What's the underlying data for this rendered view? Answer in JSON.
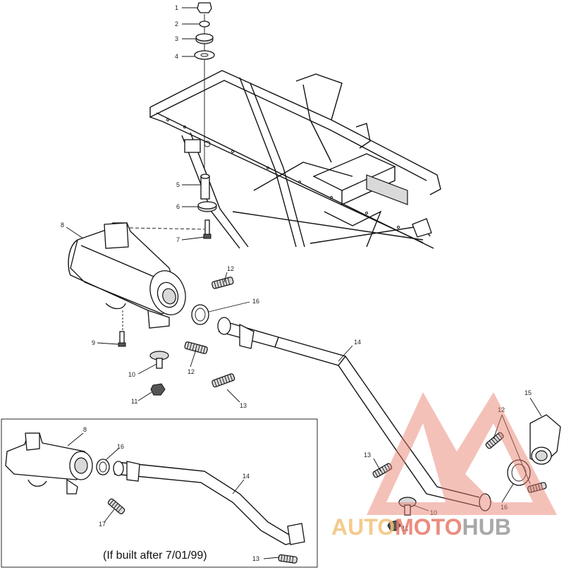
{
  "callouts": {
    "c1": "1",
    "c2": "2",
    "c3": "3",
    "c4": "4",
    "c5": "5",
    "c6": "6",
    "c7": "7",
    "c8": "8",
    "c9": "9",
    "c10": "10",
    "c11": "11",
    "c12a": "12",
    "c12b": "12",
    "c13": "13",
    "c14": "14",
    "c15": "15",
    "c16": "16",
    "c12c": "12",
    "c13b": "13",
    "c10b": "10",
    "c11b": "11",
    "c16b": "16"
  },
  "inset": {
    "callouts": {
      "c8": "8",
      "c16": "16",
      "c17": "17",
      "c14": "14",
      "c13": "13"
    },
    "caption": "(If built after 7/01/99)"
  },
  "watermark": {
    "part1": "AUTO",
    "part2": "MOTO",
    "part3": "HUB",
    "color_orange": "#f2c27a",
    "color_red": "#e87a6a",
    "color_gray": "#9a9a9a"
  }
}
